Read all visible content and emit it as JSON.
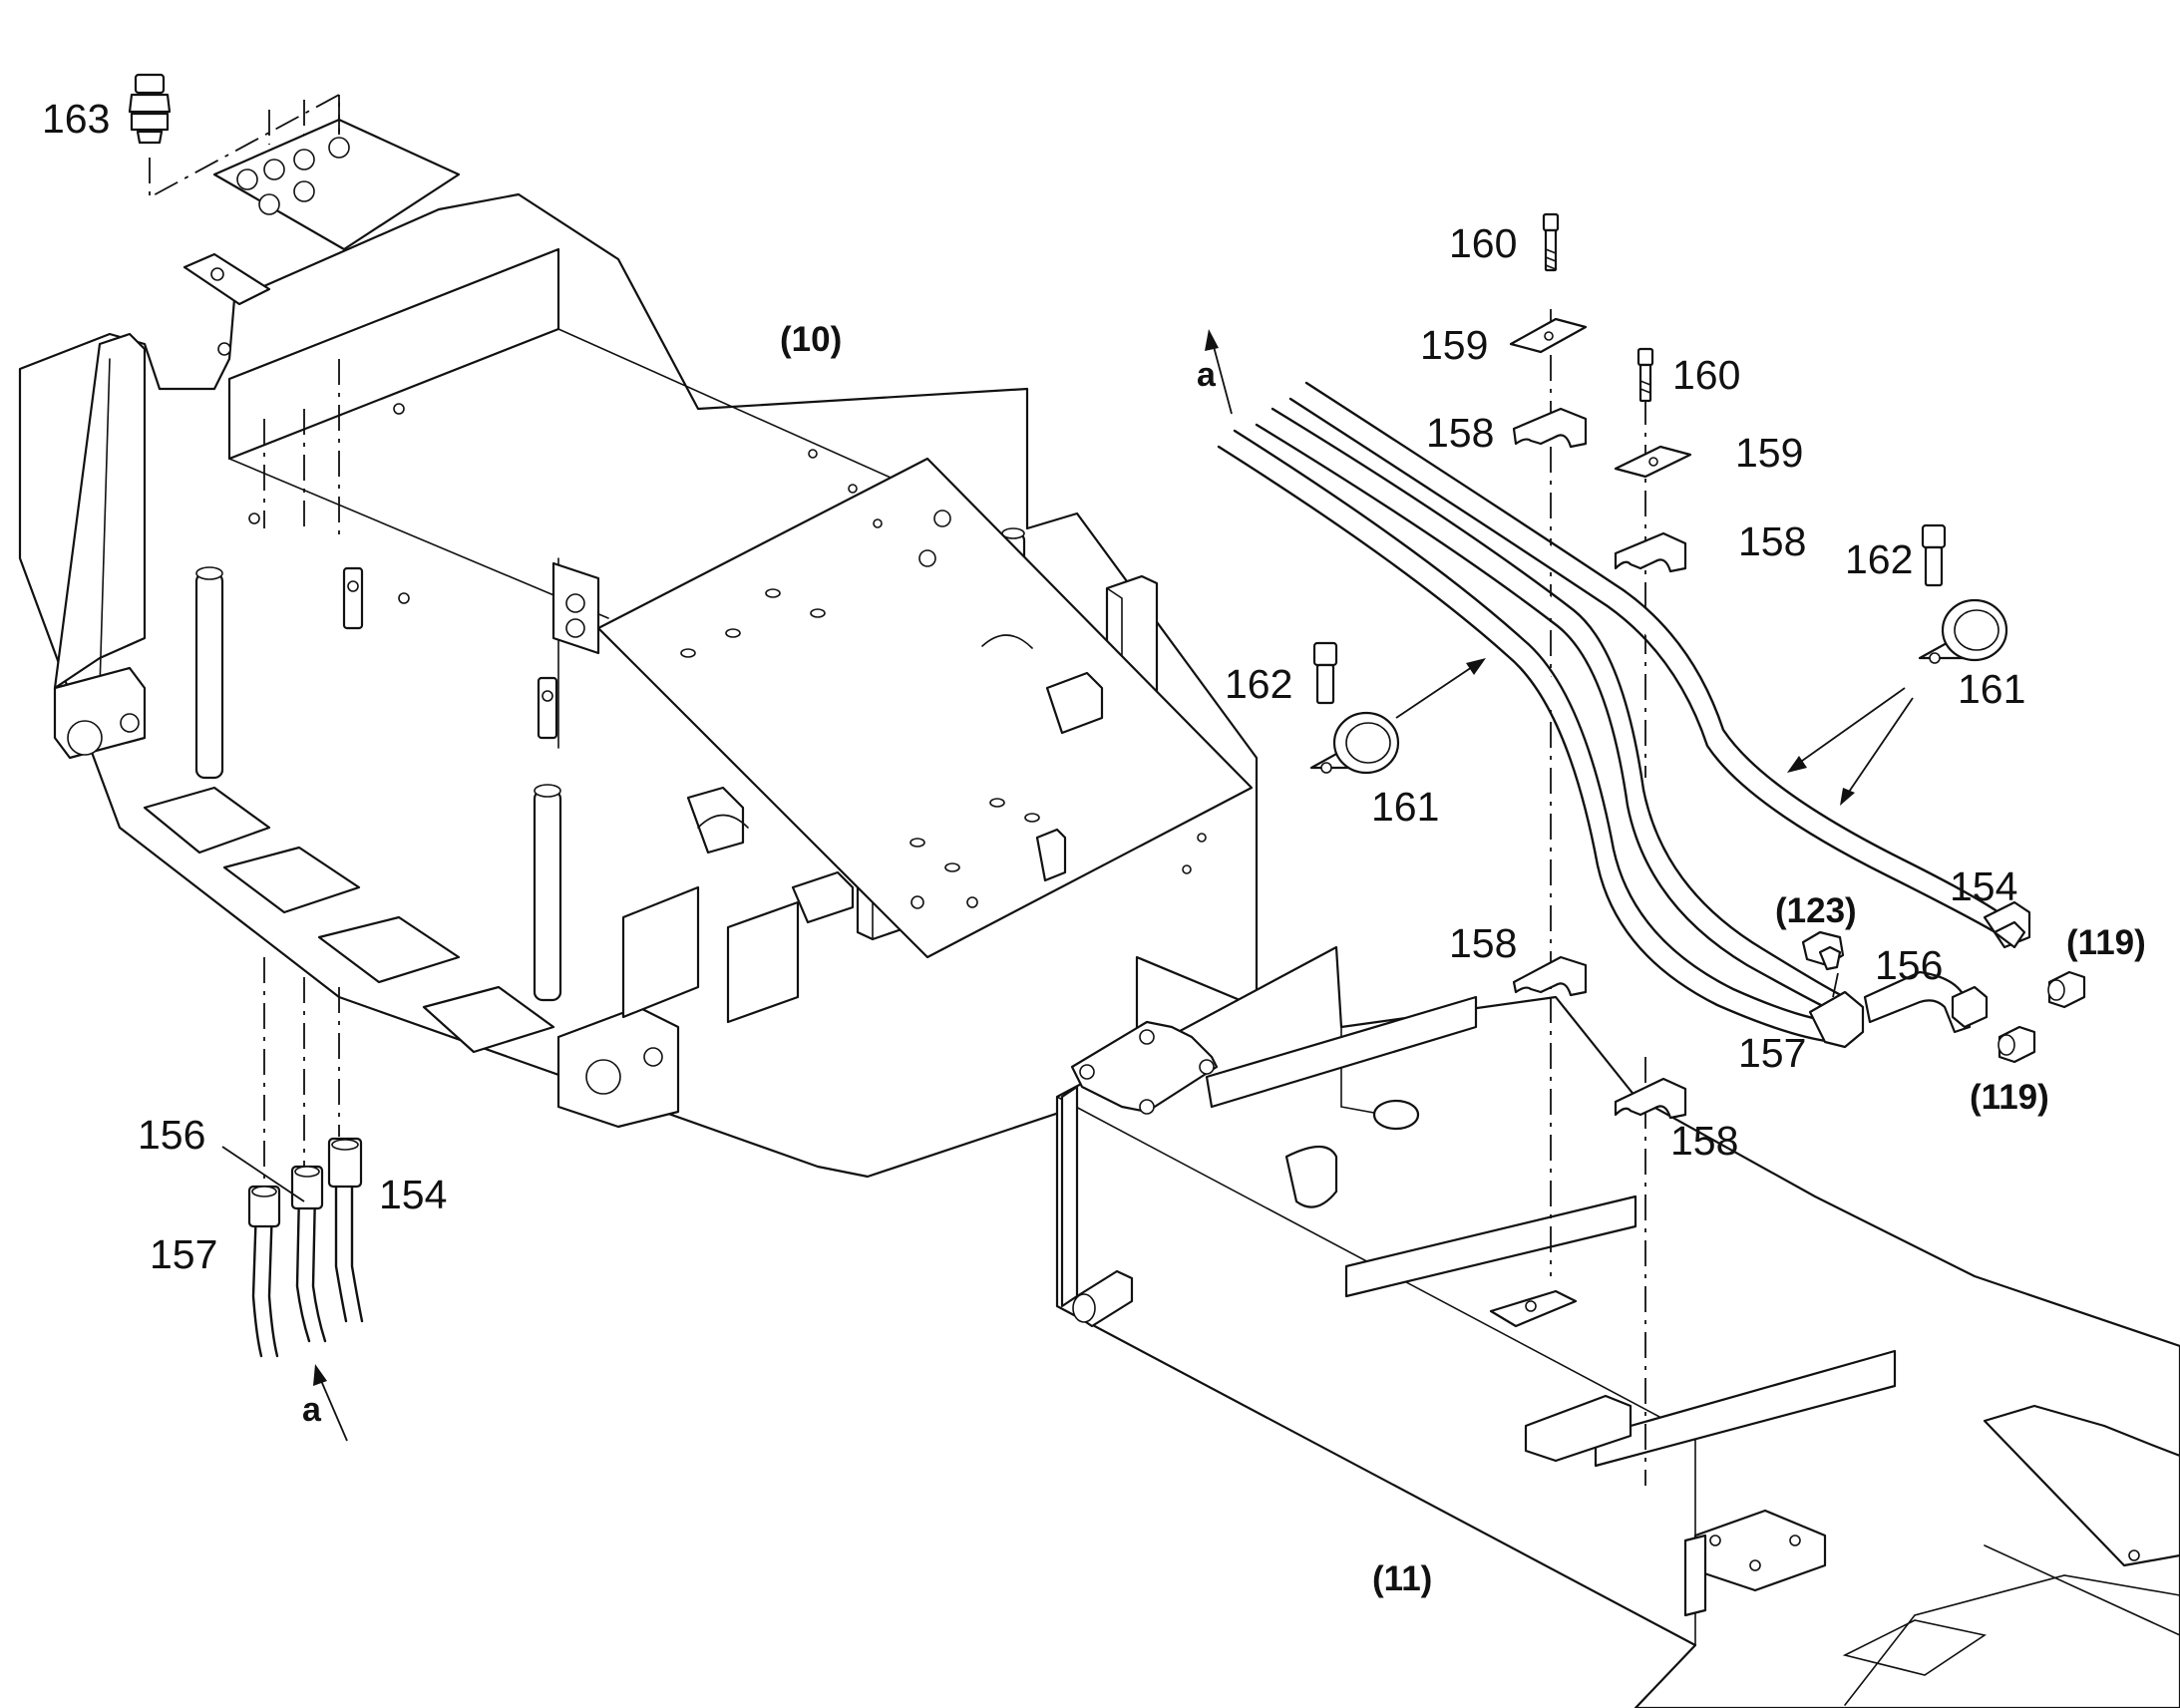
{
  "assemblies": {
    "upper_frame": "(10)",
    "lower_frame": "(11)"
  },
  "callouts": {
    "p163": "163",
    "p160_a": "160",
    "p160_b": "160",
    "p159_a": "159",
    "p159_b": "159",
    "p158_a": "158",
    "p158_b": "158",
    "p158_c": "158",
    "p158_d": "158",
    "p162_a": "162",
    "p162_b": "162",
    "p161_a": "161",
    "p161_b": "161",
    "p154_top": "154",
    "p156_top": "156",
    "p157_top": "157",
    "p154_left": "154",
    "p156_left": "156",
    "p157_left": "157",
    "ref123": "(123)",
    "ref119_a": "(119)",
    "ref119_b": "(119)"
  },
  "view_markers": {
    "top": "a",
    "bottom": "a"
  }
}
